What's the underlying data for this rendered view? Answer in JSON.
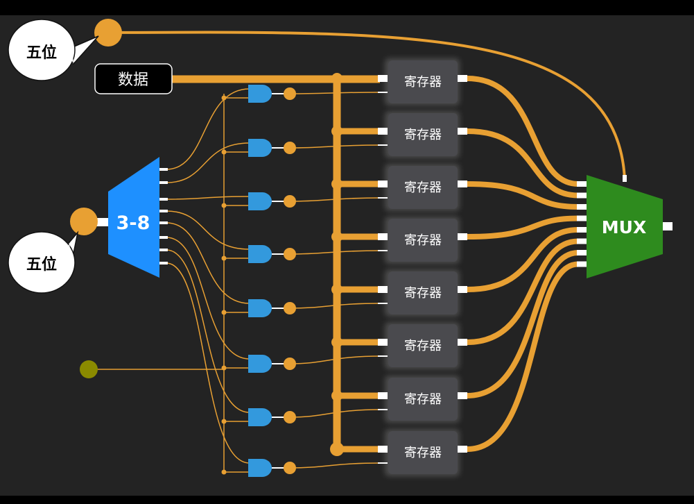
{
  "labels": {
    "five_bit_top": "五位",
    "five_bit_left": "五位",
    "data": "数据",
    "decoder": "3-8",
    "mux": "MUX",
    "registers": [
      "寄存器",
      "寄存器",
      "寄存器",
      "寄存器",
      "寄存器",
      "寄存器",
      "寄存器",
      "寄存器"
    ]
  },
  "colors": {
    "background": "#222222",
    "wire": "#E8A033",
    "decoder": "#1E90FF",
    "mux": "#2E8B1E",
    "and_gate": "#3399DD",
    "register": "#4A4A4E",
    "enable_node": "#8A8A00"
  }
}
